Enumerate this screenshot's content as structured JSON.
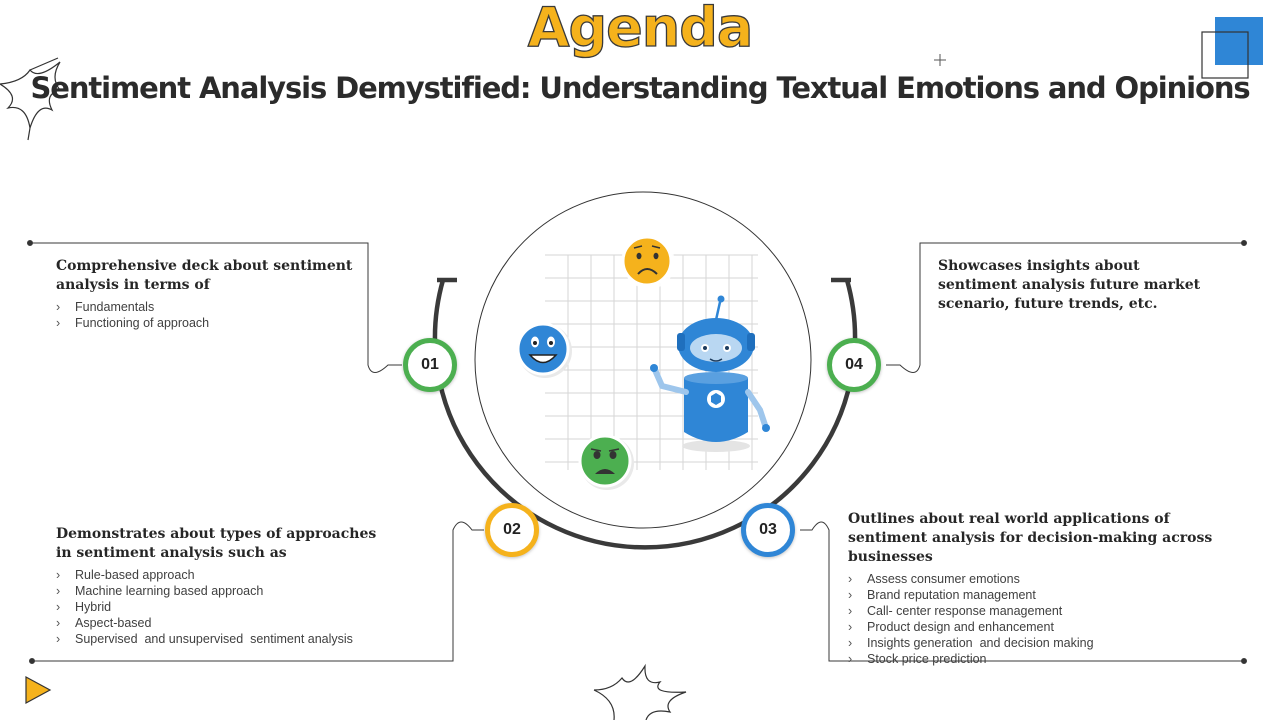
{
  "header": {
    "title": "Agenda",
    "subtitle": "Sentiment Analysis Demystified: Understanding Textual Emotions and Opinions"
  },
  "colors": {
    "accent_yellow": "#f5b21c",
    "accent_blue": "#2f86d6",
    "accent_green": "#4caf50",
    "ring": "#3a3a3a"
  },
  "items": [
    {
      "number": "01",
      "color": "#4caf50",
      "heading": "Comprehensive deck about sentiment analysis in terms of",
      "bullets": [
        "Fundamentals",
        "Functioning of approach"
      ]
    },
    {
      "number": "02",
      "color": "#f5b21c",
      "heading": "Demonstrates about types of approaches in sentiment analysis such as",
      "bullets": [
        "Rule-based approach",
        "Machine learning based approach",
        "Hybrid",
        "Aspect-based",
        "Supervised  and unsupervised  sentiment analysis"
      ]
    },
    {
      "number": "03",
      "color": "#2f86d6",
      "heading": "Outlines about real world applications of sentiment analysis for decision-making across businesses",
      "bullets": [
        "Assess consumer emotions",
        "Brand reputation management",
        "Call- center response management",
        "Product design and enhancement",
        "Insights generation  and decision making",
        "Stock price prediction"
      ]
    },
    {
      "number": "04",
      "color": "#4caf50",
      "heading": "Showcases insights about sentiment analysis future market scenario, future trends, etc.",
      "bullets": []
    }
  ],
  "illustration": {
    "icons": [
      "sad-emoji-icon",
      "happy-emoji-icon",
      "unhappy-emoji-icon",
      "robot-icon"
    ]
  },
  "nav": {
    "icon": "play-triangle-icon"
  }
}
